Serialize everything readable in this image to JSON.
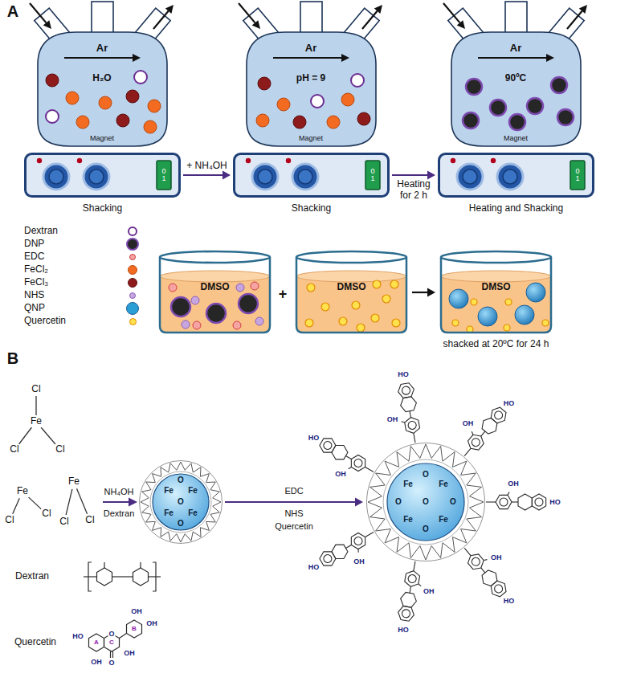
{
  "diagram": {
    "nodes": [
      {
        "text": [
          "Ar",
          "H₂O",
          "Magnet"
        ]
      },
      {
        "text": [
          "Ar",
          "pH = 9",
          "Magnet"
        ]
      },
      {
        "text": [
          "Ar",
          "90ºC",
          "Magnet"
        ]
      },
      {
        "text": [
          "0 1",
          "Shacking"
        ]
      },
      {
        "text": [
          "0 1",
          "Shacking"
        ]
      },
      {
        "text": [
          "0 1",
          "Heating and Shacking"
        ]
      },
      {
        "text": [
          "DMSO"
        ]
      },
      {
        "text": [
          "DMSO"
        ]
      },
      {
        "text": [
          "DMSO",
          "shacked at 20ºC for 24 h"
        ]
      },
      {
        "text": [
          "Fe",
          "Fe",
          "Fe",
          "Fe",
          "O",
          "O",
          "O"
        ]
      },
      {
        "text": [
          "Fe",
          "Fe",
          "Fe",
          "Fe",
          "O",
          "O",
          "O",
          "O",
          "O"
        ]
      }
    ],
    "edges": [
      {
        "from": 3,
        "to": 4,
        "arrow": "to",
        "label": "+ NH₄OH"
      },
      {
        "from": 4,
        "to": 5,
        "arrow": "to",
        "label": "Heating for 2 h"
      },
      {
        "from": 7,
        "to": 8,
        "arrow": "to"
      },
      {
        "from": 9,
        "to": 10,
        "arrow": "to"
      }
    ],
    "labels": [
      "A",
      "+",
      "B",
      "Cl",
      "Fe",
      "Cl",
      "Cl",
      "Fe",
      "Cl",
      "Cl",
      "Fe",
      "Cl",
      "Cl",
      "NH₄OH",
      "Dextran",
      "EDC",
      "NHS",
      "Quercetin",
      "OH",
      "HO",
      "OH",
      "HO",
      "OH",
      "HO",
      "OH",
      "HO",
      "OH",
      "HO",
      "OH",
      "HO",
      "OH",
      "HO",
      "Dextran",
      "Quercetin",
      "HO",
      "OH",
      "O",
      "O",
      "OH",
      "OH",
      "OH",
      "A",
      "C",
      "B"
    ],
    "legend": [
      {
        "text": "Dextran",
        "color": "#ffffff"
      },
      {
        "text": "DNP",
        "color": "#262626"
      },
      {
        "text": "EDC",
        "color": "#f5a3a3"
      },
      {
        "text": "FeCl₂",
        "color": "#f26b21"
      },
      {
        "text": "FeCl₃",
        "color": "#8e1b1b"
      },
      {
        "text": "NHS",
        "color": "#c7a6e0"
      },
      {
        "text": "QNP",
        "color": "#2a9fd6"
      },
      {
        "text": "Quercetin",
        "color": "#ffe14d"
      }
    ]
  }
}
